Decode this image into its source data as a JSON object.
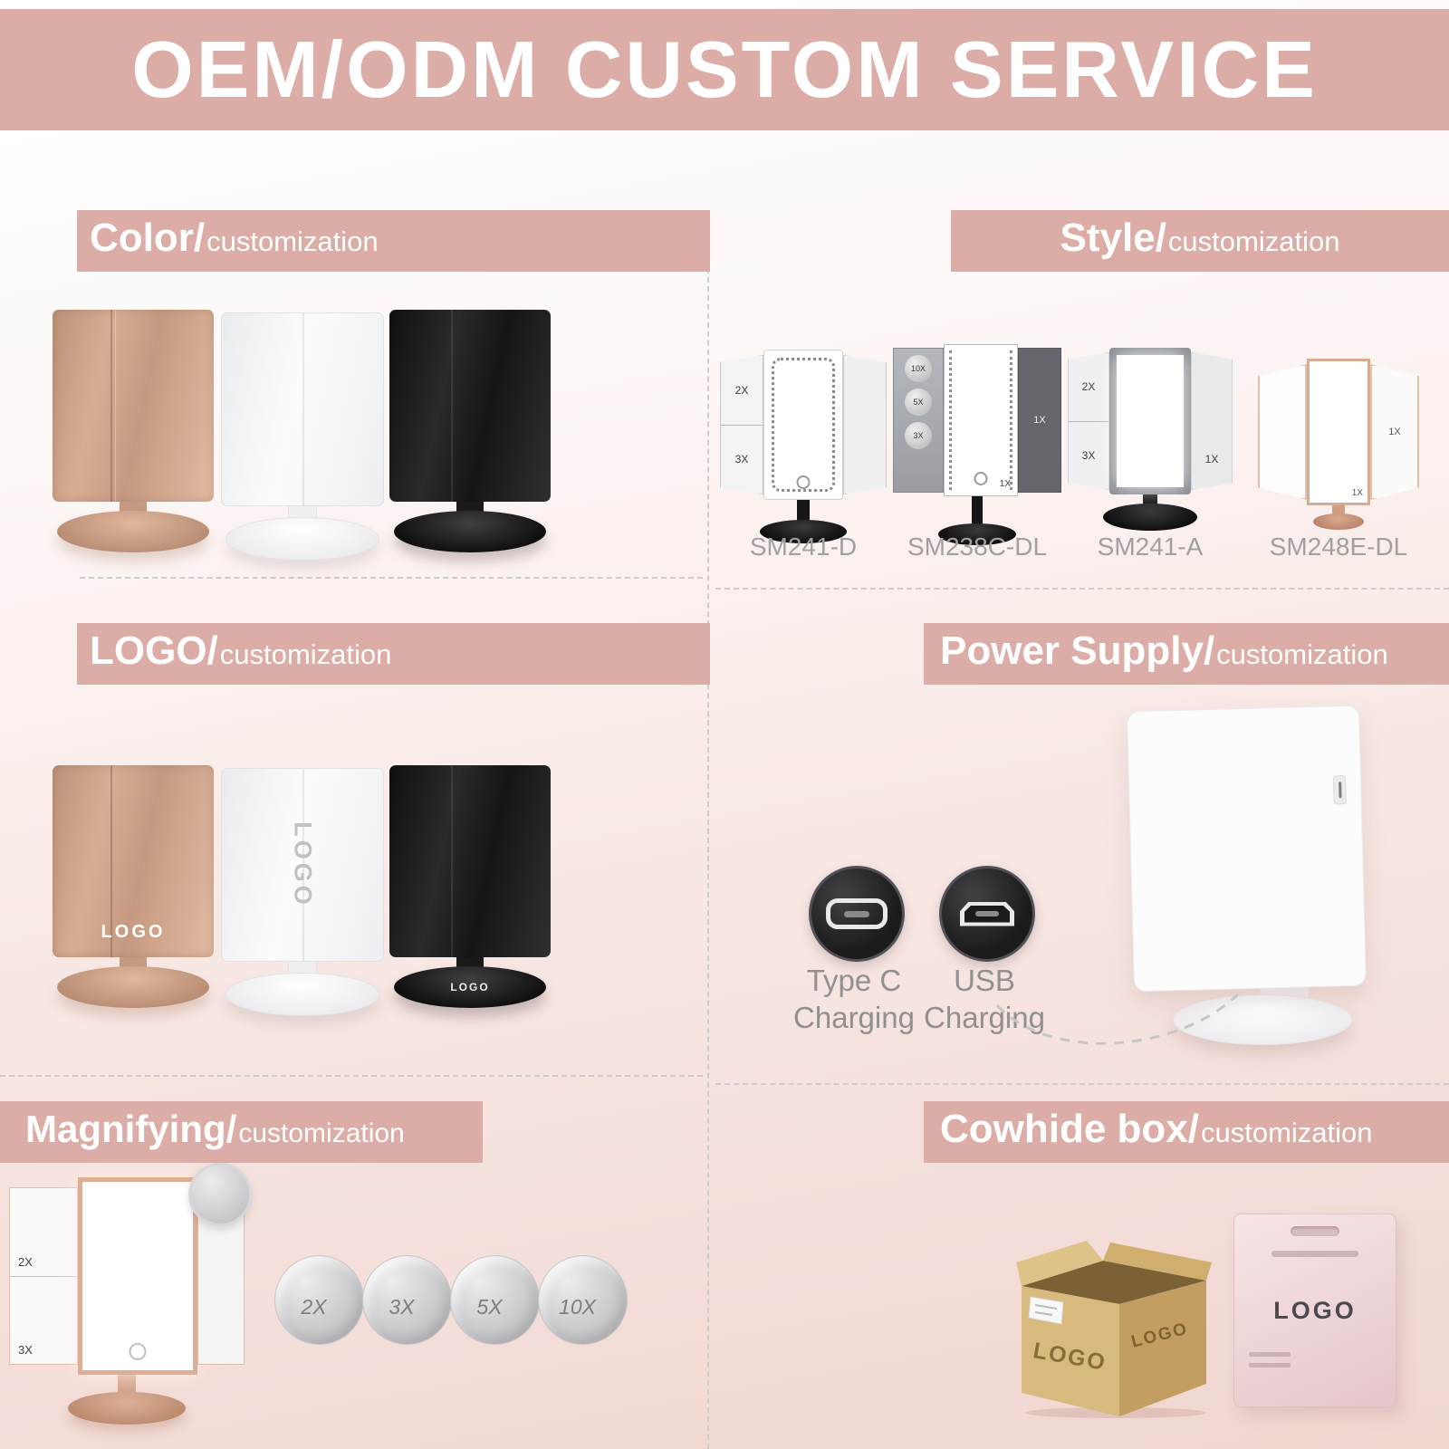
{
  "banner": {
    "title": "OEM/ODM CUSTOM SERVICE"
  },
  "palette": {
    "accent": "#dcaca6",
    "heading_text": "#ffffff",
    "model_label": "#a0a0a0",
    "caption_gray": "#909090"
  },
  "sections": {
    "color": {
      "heading": "Color/",
      "subtitle": "customization"
    },
    "style": {
      "heading": "Style/",
      "subtitle": "customization",
      "models": [
        {
          "name": "SM241-D",
          "left_top": "2X",
          "left_bottom": "3X"
        },
        {
          "name": "SM238C-DL",
          "mag_top": "10X",
          "mag_mid": "5X",
          "mag_bottom": "3X",
          "center_label": "1X",
          "right_label": "1X"
        },
        {
          "name": "SM241-A",
          "left_top": "2X",
          "left_bottom": "3X",
          "right_label": "1X"
        },
        {
          "name": "SM248E-DL",
          "center_label": "1X",
          "right_label": "1X"
        }
      ]
    },
    "logo": {
      "heading": "LOGO/",
      "subtitle": "customization",
      "rose_logo": "LOGO",
      "white_logo": "LOGO",
      "black_logo": "LOGO"
    },
    "power": {
      "heading": "Power Supply/",
      "subtitle": "customization",
      "ports": [
        {
          "line1": "Type C",
          "line2": "Charging"
        },
        {
          "line1": "USB",
          "line2": "Charging"
        }
      ]
    },
    "magnifying": {
      "heading": "Magnifying/",
      "subtitle": "customization",
      "panel_top": "2X",
      "panel_bottom": "3X",
      "round_mirrors": [
        {
          "label": "2X"
        },
        {
          "label": "3X"
        },
        {
          "label": "5X"
        },
        {
          "label": "10X"
        }
      ]
    },
    "cowhide": {
      "heading": "Cowhide box/",
      "subtitle": "customization",
      "carton_logo_left": "LOGO",
      "carton_logo_right": "LOGO",
      "retail_logo": "LOGO"
    }
  }
}
